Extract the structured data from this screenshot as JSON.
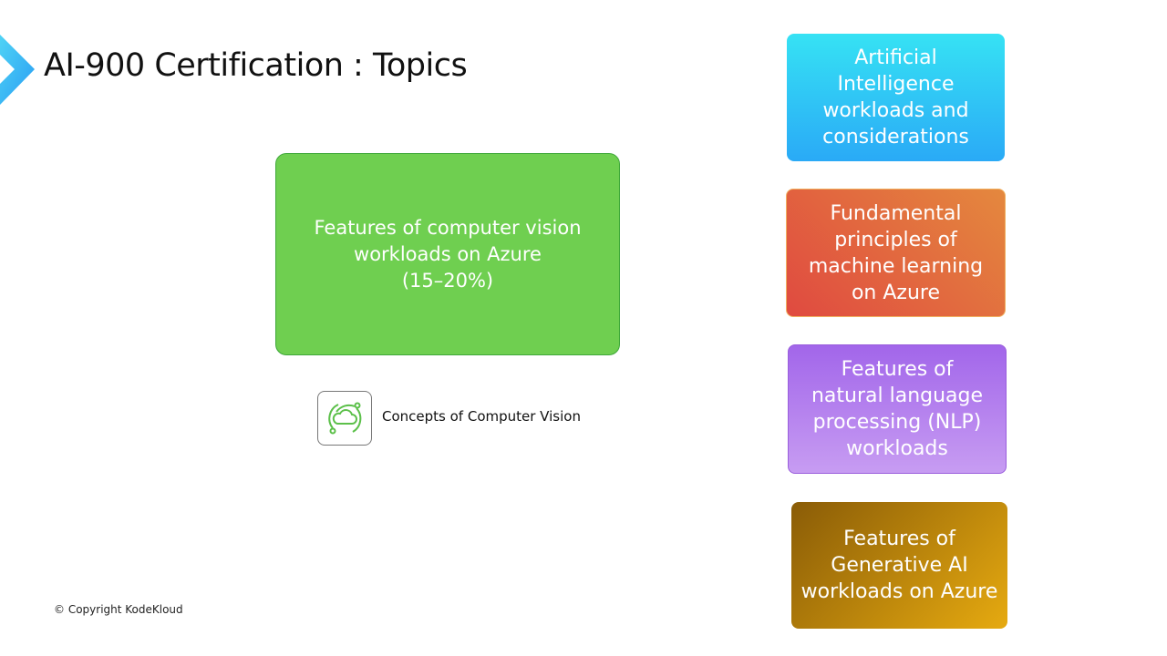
{
  "slide": {
    "title": "AI-900 Certification : Topics",
    "main_card": {
      "line1": "Features of computer vision",
      "line2": "workloads on Azure",
      "line3": "(15–20%)"
    },
    "topic_cards": [
      {
        "text": "Artificial Intelligence workloads and considerations"
      },
      {
        "text": "Fundamental principles of machine learning on Azure"
      },
      {
        "text": "Features of natural language processing (NLP) workloads"
      },
      {
        "text": "Features of Generative AI workloads on Azure"
      }
    ],
    "concept": {
      "label": "Concepts of Computer Vision",
      "icon": "cloud-cycle-icon"
    },
    "copyright": "© Copyright KodeKloud",
    "colors": {
      "accent": "#2aaaf6",
      "main_card": "#6fcf50"
    }
  }
}
